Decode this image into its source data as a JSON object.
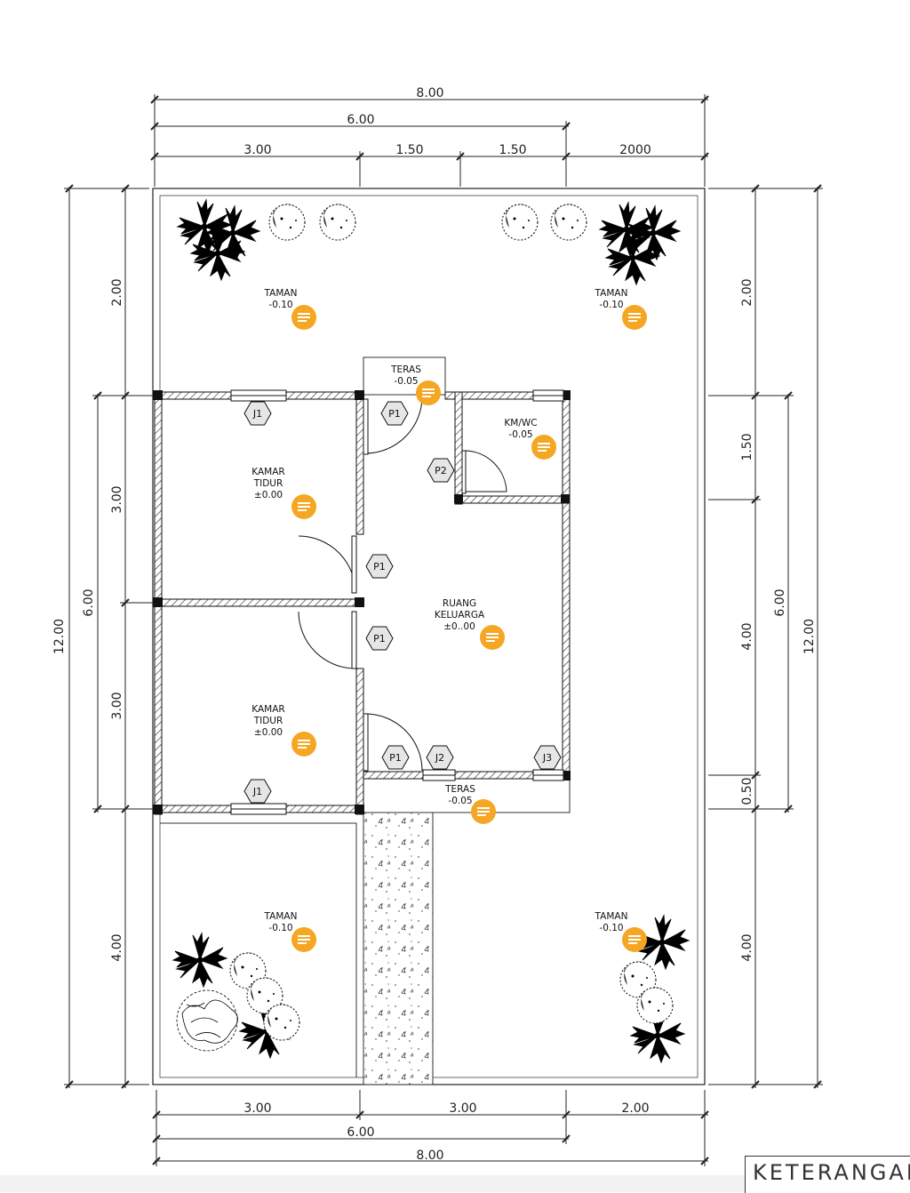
{
  "dimensions": {
    "top_total": "8.00",
    "top_six": "6.00",
    "top_seg_1": "3.00",
    "top_seg_2": "1.50",
    "top_seg_3": "1.50",
    "top_seg_4": "2000",
    "bottom_seg_1": "3.00",
    "bottom_seg_2": "3.00",
    "bottom_seg_3": "2.00",
    "bottom_six": "6.00",
    "bottom_total": "8.00",
    "left_total": "12.00",
    "left_six": "6.00",
    "left_seg_1": "2.00",
    "left_seg_2": "3.00",
    "left_seg_3": "3.00",
    "left_seg_4": "4.00",
    "right_seg_1": "2.00",
    "right_seg_2": "1.50",
    "right_seg_3": "4.00",
    "right_seg_4": "0.50",
    "right_seg_5": "4.00",
    "right_six": "6.00",
    "right_total": "12.00"
  },
  "rooms": {
    "taman_tl": {
      "name": "TAMAN",
      "level": "-0.10"
    },
    "taman_tr": {
      "name": "TAMAN",
      "level": "-0.10"
    },
    "taman_bl": {
      "name": "TAMAN",
      "level": "-0.10"
    },
    "taman_br": {
      "name": "TAMAN",
      "level": "-0.10"
    },
    "teras_top": {
      "name": "TERAS",
      "level": "-0.05"
    },
    "teras_bottom": {
      "name": "TERAS",
      "level": "-0.05"
    },
    "kmwc": {
      "name": "KM/WC",
      "level": "-0.05"
    },
    "kamar1": {
      "name1": "KAMAR",
      "name2": "TIDUR",
      "level": "±0.00"
    },
    "kamar2": {
      "name1": "KAMAR",
      "name2": "TIDUR",
      "level": "±0.00"
    },
    "ruang": {
      "name1": "RUANG",
      "name2": "KELUARGA",
      "level": "±0..00"
    }
  },
  "tags": {
    "j1_top": "J1",
    "j1_bottom": "J1",
    "j2": "J2",
    "j3": "J3",
    "p1_teras": "P1",
    "p1_kamar1": "P1",
    "p1_kamar2": "P1",
    "p1_bottom": "P1",
    "p2": "P2"
  },
  "legend": {
    "title": "KETERANGAN"
  },
  "colors": {
    "note_marker": "#f5a623",
    "line": "#111111",
    "hatch": "#555555"
  },
  "icons": {
    "note_marker": "comment-note-icon",
    "tree": "palm-tree-icon",
    "shrub": "round-shrub-icon"
  }
}
